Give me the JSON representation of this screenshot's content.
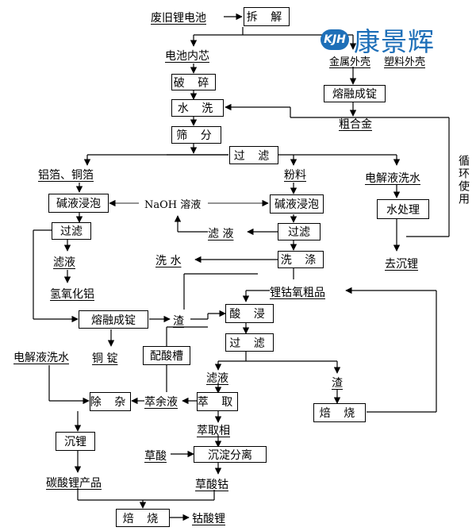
{
  "logo": {
    "badge": "KJH",
    "name": "康景辉"
  },
  "nodes": {
    "n_input": "废旧锂电池",
    "n_disassemble": "拆  解",
    "n_metal_shell": "金属外壳",
    "n_plastic_shell": "塑料外壳",
    "n_core": "电池内芯",
    "n_smelt_top": "熔融成锭",
    "n_crude_alloy": "粗合金",
    "n_crush": "破  碎",
    "n_wash": "水  洗",
    "n_screen": "筛  分",
    "n_filter_main": "过  滤",
    "n_foils": "铝箔、铜箔",
    "n_powder": "粉料",
    "n_electrolyte_water_top": "电解液洗水",
    "n_alkali_left": "碱液浸泡",
    "n_naoh": "NaOH 溶液",
    "n_alkali_right": "碱液浸泡",
    "n_water_treat": "水处理",
    "n_filter_left": "过滤",
    "n_filtrate_mid": "滤  液",
    "n_filter_right": "过滤",
    "n_filtrate_left": "滤液",
    "n_wash_water": "洗  水",
    "n_washing": "洗  涤",
    "n_remove_li_top": "去沉锂",
    "n_al_hydroxide": "氢氧化铝",
    "n_lico_crude": "锂钴氧粗品",
    "n_smelt_mid": "熔融成锭",
    "n_residue_mid": "渣",
    "n_acid_leach": "酸  浸",
    "n_filter_lower": "过  滤",
    "n_electrolyte_water_low": "电解液洗水",
    "n_copper_ingot": "铜  锭",
    "n_acid_tank": "配酸槽",
    "n_filtrate_low": "滤液",
    "n_residue_right": "渣",
    "n_impurity": "除  杂",
    "n_raffinate": "萃余液",
    "n_extract": "萃  取",
    "n_roast_right": "焙  烧",
    "n_extract_crude": "萃取相",
    "n_precip_li": "沉锂",
    "n_oxalic_acid": "草酸",
    "n_precip_sep": "沉淀分离",
    "n_li2co3": "碳酸锂产品",
    "n_co_oxalate": "草酸钴",
    "n_roast_bottom": "焙  烧",
    "n_licoo2": "钴酸锂",
    "n_recycle": "循环使用"
  },
  "colors": {
    "line": "#000000",
    "logo": "#1e6fb8",
    "arrow_gray": "#555555"
  }
}
